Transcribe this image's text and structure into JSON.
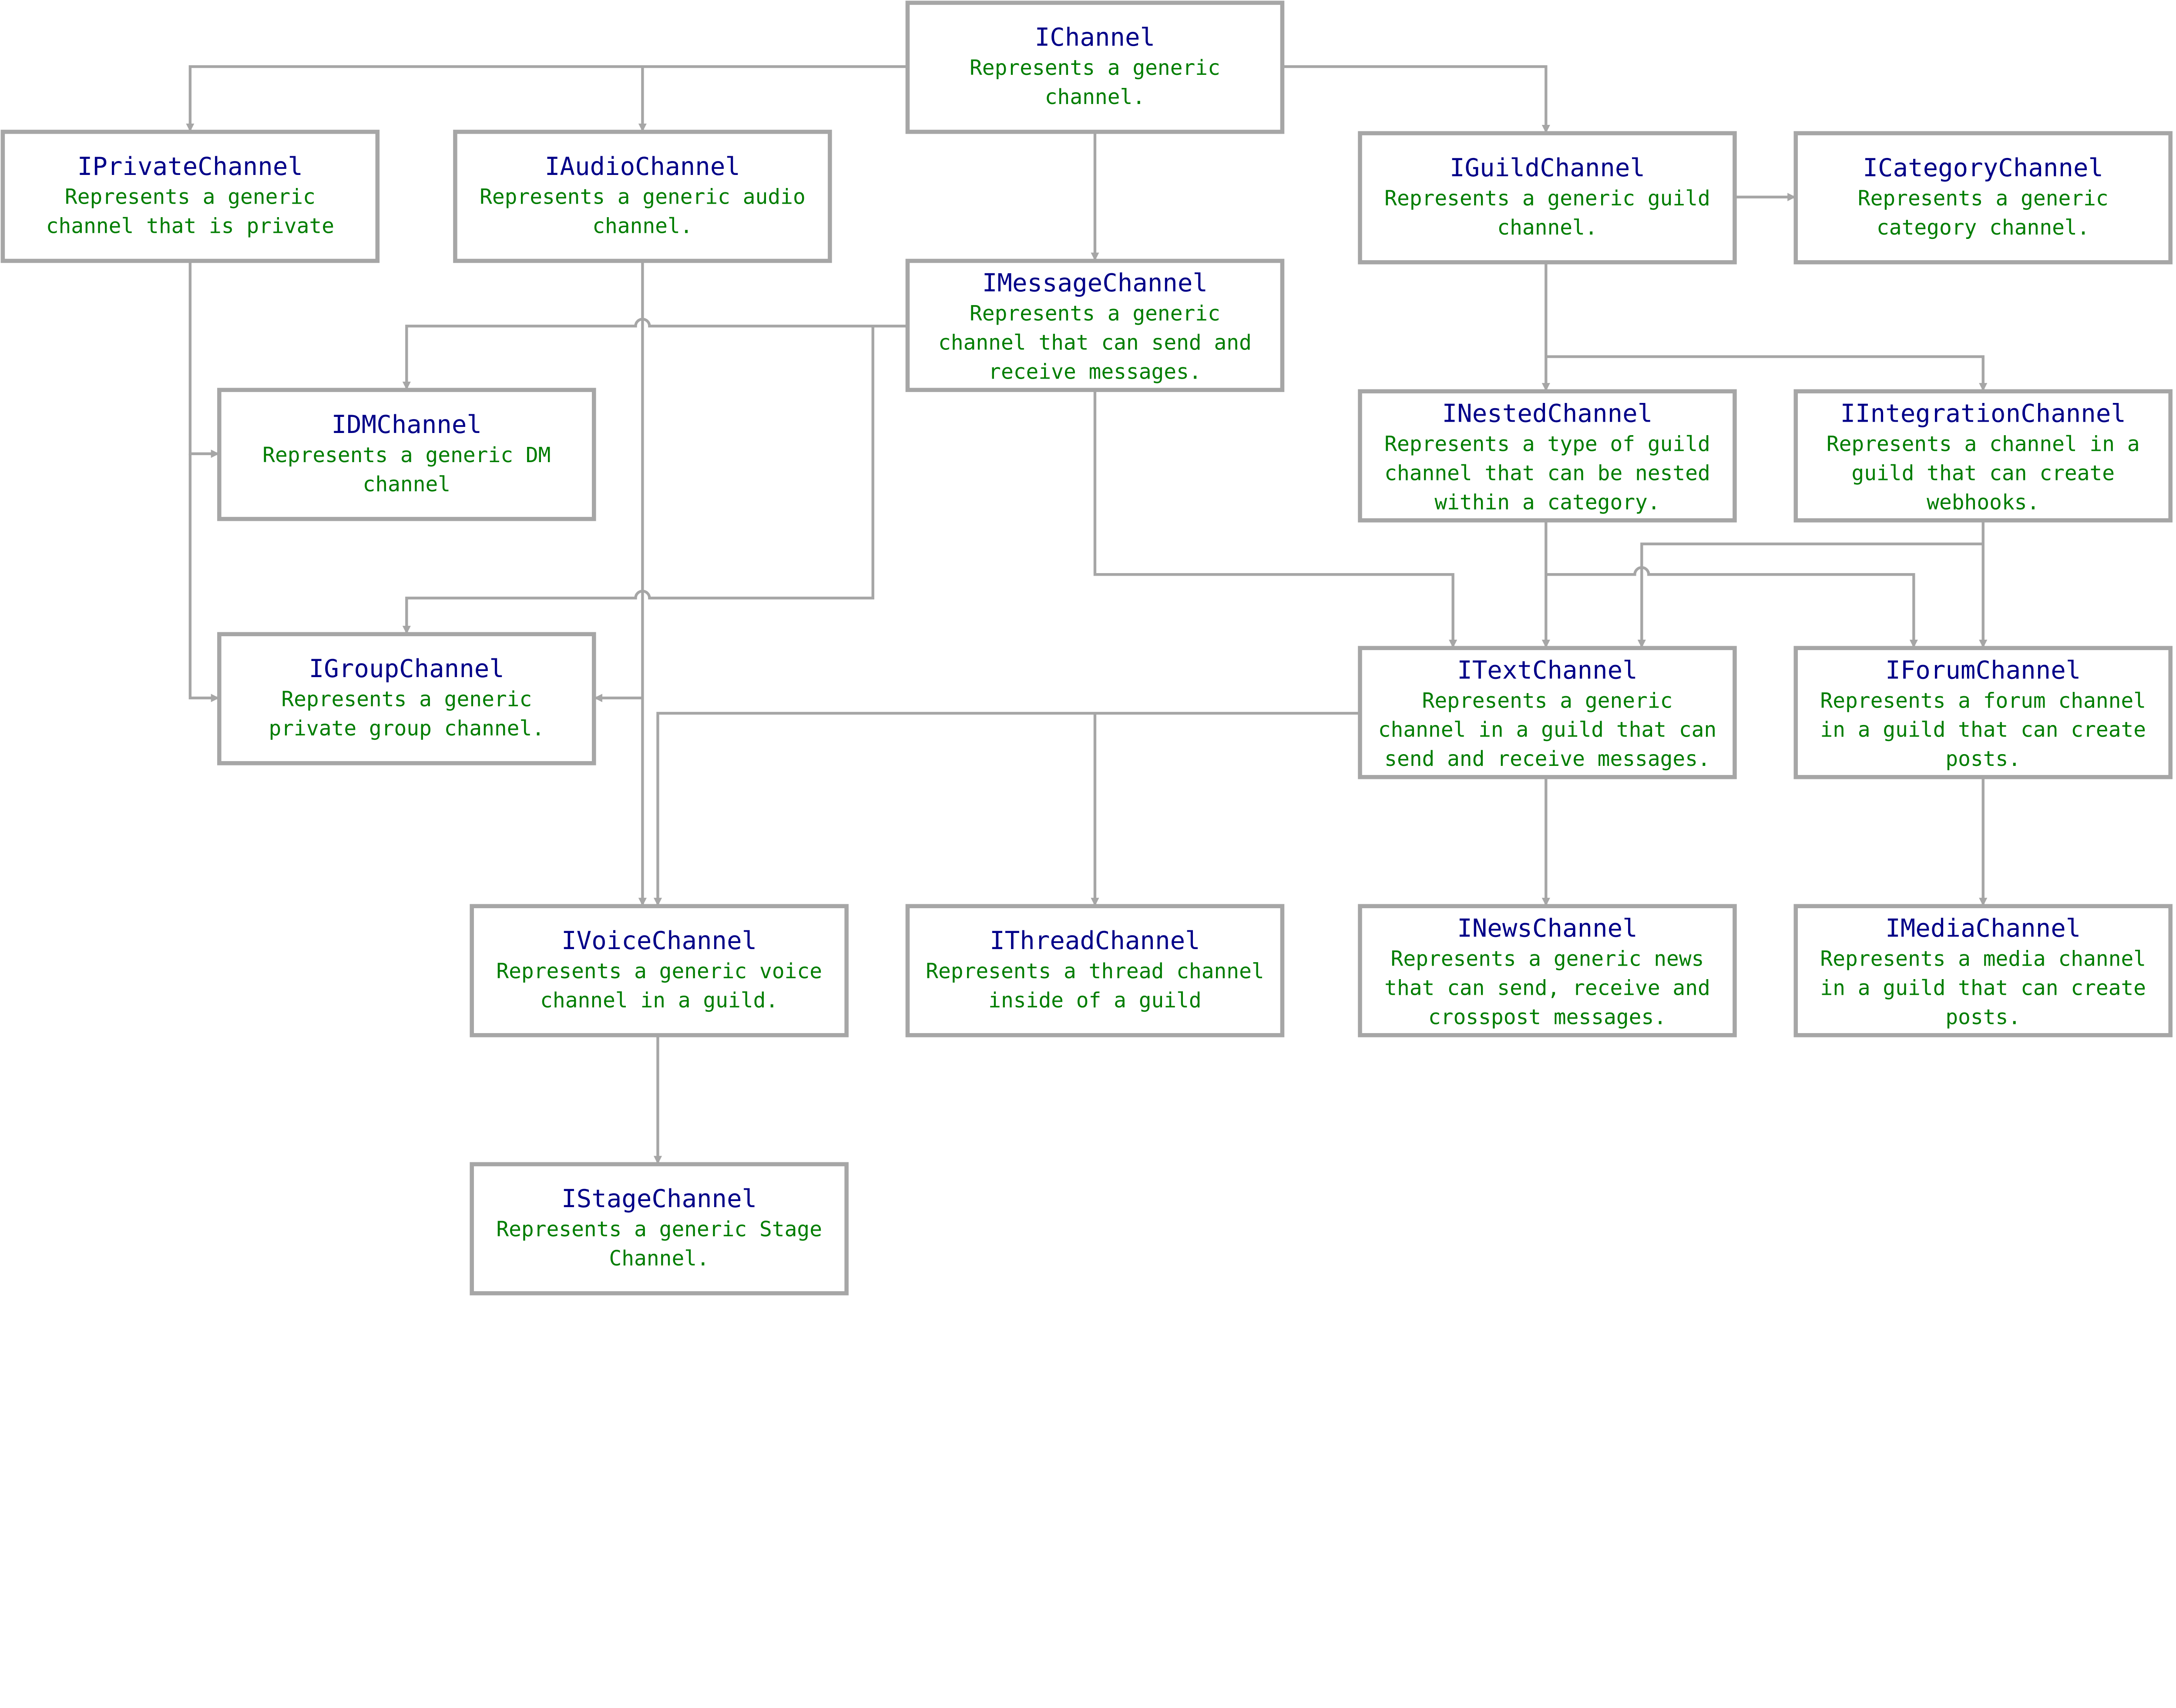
{
  "colors": {
    "title": "#000088",
    "description": "#007d00",
    "border": "#a6a6a6",
    "edge": "#a6a6a6"
  },
  "nodes": [
    {
      "id": "IChannel",
      "title": "IChannel",
      "lines": [
        "Represents a generic",
        "channel."
      ]
    },
    {
      "id": "IPrivateChannel",
      "title": "IPrivateChannel",
      "lines": [
        "Represents a generic",
        "channel that is private"
      ]
    },
    {
      "id": "IAudioChannel",
      "title": "IAudioChannel",
      "lines": [
        "Represents a generic audio",
        "channel."
      ]
    },
    {
      "id": "IGuildChannel",
      "title": "IGuildChannel",
      "lines": [
        "Represents a generic guild",
        "channel."
      ]
    },
    {
      "id": "ICategoryChannel",
      "title": "ICategoryChannel",
      "lines": [
        "Represents a generic",
        "category channel."
      ]
    },
    {
      "id": "IMessageChannel",
      "title": "IMessageChannel",
      "lines": [
        "Represents a generic",
        "channel that can send and",
        "receive messages."
      ]
    },
    {
      "id": "IDMChannel",
      "title": "IDMChannel",
      "lines": [
        "Represents a generic DM",
        "channel"
      ]
    },
    {
      "id": "INestedChannel",
      "title": "INestedChannel",
      "lines": [
        "Represents a type of guild",
        "channel that can be nested",
        "within a category."
      ]
    },
    {
      "id": "IIntegrationChannel",
      "title": "IIntegrationChannel",
      "lines": [
        "Represents a channel in a",
        "guild that can create",
        "webhooks."
      ]
    },
    {
      "id": "IGroupChannel",
      "title": "IGroupChannel",
      "lines": [
        "Represents a generic",
        "private group channel."
      ]
    },
    {
      "id": "ITextChannel",
      "title": "ITextChannel",
      "lines": [
        "Represents a generic",
        "channel in a guild that can",
        "send and receive messages."
      ]
    },
    {
      "id": "IForumChannel",
      "title": "IForumChannel",
      "lines": [
        "Represents a forum channel",
        "in a guild that can create",
        "posts."
      ]
    },
    {
      "id": "IVoiceChannel",
      "title": "IVoiceChannel",
      "lines": [
        "Represents a generic voice",
        "channel in a guild."
      ]
    },
    {
      "id": "IThreadChannel",
      "title": "IThreadChannel",
      "lines": [
        "Represents a thread channel",
        "inside of a guild"
      ]
    },
    {
      "id": "INewsChannel",
      "title": "INewsChannel",
      "lines": [
        "Represents a generic news",
        "that can send, receive and",
        "crosspost messages."
      ]
    },
    {
      "id": "IMediaChannel",
      "title": "IMediaChannel",
      "lines": [
        "Represents a media channel",
        "in a guild that can create",
        "posts."
      ]
    },
    {
      "id": "IStageChannel",
      "title": "IStageChannel",
      "lines": [
        "Represents a generic Stage",
        "Channel."
      ]
    }
  ],
  "edges": [
    {
      "from": "IChannel",
      "to": "IPrivateChannel"
    },
    {
      "from": "IChannel",
      "to": "IAudioChannel"
    },
    {
      "from": "IChannel",
      "to": "IGuildChannel"
    },
    {
      "from": "IChannel",
      "to": "IMessageChannel"
    },
    {
      "from": "IGuildChannel",
      "to": "ICategoryChannel"
    },
    {
      "from": "IMessageChannel",
      "to": "IDMChannel"
    },
    {
      "from": "IMessageChannel",
      "to": "IGroupChannel"
    },
    {
      "from": "IPrivateChannel",
      "to": "IDMChannel"
    },
    {
      "from": "IPrivateChannel",
      "to": "IGroupChannel"
    },
    {
      "from": "IAudioChannel",
      "to": "IVoiceChannel"
    },
    {
      "from": "IAudioChannel",
      "to": "IGroupChannel"
    },
    {
      "from": "IGuildChannel",
      "to": "INestedChannel"
    },
    {
      "from": "IGuildChannel",
      "to": "IIntegrationChannel"
    },
    {
      "from": "IMessageChannel",
      "to": "ITextChannel"
    },
    {
      "from": "INestedChannel",
      "to": "ITextChannel"
    },
    {
      "from": "INestedChannel",
      "to": "IForumChannel"
    },
    {
      "from": "IIntegrationChannel",
      "to": "ITextChannel"
    },
    {
      "from": "IIntegrationChannel",
      "to": "IForumChannel"
    },
    {
      "from": "ITextChannel",
      "to": "IVoiceChannel"
    },
    {
      "from": "ITextChannel",
      "to": "IThreadChannel"
    },
    {
      "from": "ITextChannel",
      "to": "INewsChannel"
    },
    {
      "from": "IForumChannel",
      "to": "IMediaChannel"
    },
    {
      "from": "IVoiceChannel",
      "to": "IStageChannel"
    }
  ]
}
